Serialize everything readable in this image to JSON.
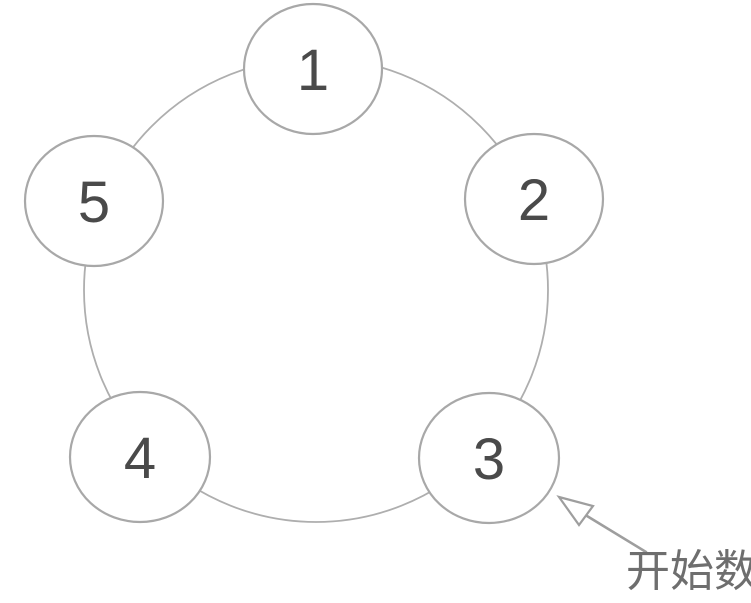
{
  "diagram": {
    "type": "circular-counting-ring",
    "nodes": [
      {
        "label": "1",
        "position": "top"
      },
      {
        "label": "2",
        "position": "upper-right"
      },
      {
        "label": "3",
        "position": "lower-right"
      },
      {
        "label": "4",
        "position": "lower-left"
      },
      {
        "label": "5",
        "position": "upper-left"
      }
    ],
    "annotation": {
      "label": "开始数",
      "points_to_node": "3"
    },
    "colors": {
      "background": "#ffffff",
      "ring_stroke": "#aeaeae",
      "node_stroke": "#a8a8a8",
      "node_fill": "#ffffff",
      "number_text": "#4a4a4a",
      "arrow": "#9e9e9e",
      "annotation_text": "#6e6e6e"
    }
  }
}
